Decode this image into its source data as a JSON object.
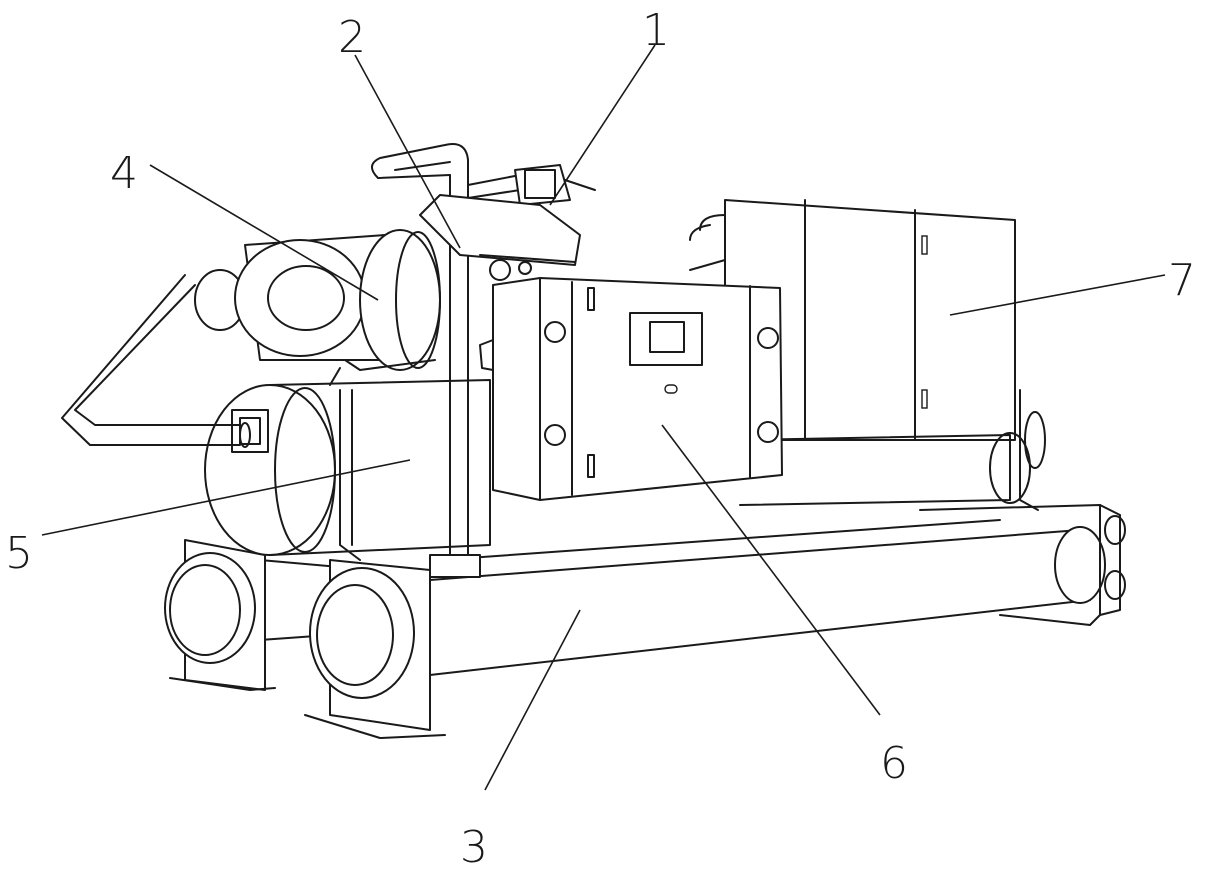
{
  "colors": {
    "ink": "#1a1a1a",
    "paper": "#ffffff"
  },
  "callouts": [
    {
      "id": "c1",
      "label": "1"
    },
    {
      "id": "c2",
      "label": "2"
    },
    {
      "id": "c3",
      "label": "3"
    },
    {
      "id": "c4",
      "label": "4"
    },
    {
      "id": "c5",
      "label": "5"
    },
    {
      "id": "c6",
      "label": "6"
    },
    {
      "id": "c7",
      "label": "7"
    }
  ]
}
